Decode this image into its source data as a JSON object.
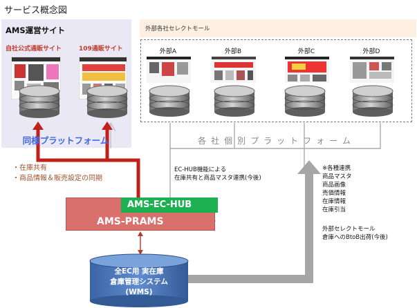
{
  "title": "サービス概念図",
  "ams": {
    "title": "AMS運営サイト",
    "own_site_label": "自社公式通販サイト",
    "site109_label": "109通販サイト",
    "platform_label": "同様プラットフォーム"
  },
  "external": {
    "header": "外部各社セレクトモール",
    "malls": [
      "外部A",
      "外部B",
      "外部C",
      "外部D"
    ],
    "platform_label": "各社個別プラットフォーム"
  },
  "sync_notes": [
    "・在庫共有",
    "・商品情報＆販売設定の同期"
  ],
  "hub_note": [
    "EC-HUB機能による",
    "在庫共有と商品マスタ連携(今後)"
  ],
  "integration_notes": [
    "※各種連携",
    "商品マスタ",
    "商品画像",
    "売価情報",
    "在庫情報",
    "在庫引当"
  ],
  "btob_note": [
    "外部セレクトモール",
    "倉庫へのBtoB出荷(今後)"
  ],
  "hub_label": "AMS-EC-HUB",
  "prams_label": "AMS-PRAMS",
  "wms_lines": [
    "全EC用 実在庫",
    "倉庫管理システム",
    "(WMS)"
  ],
  "colors": {
    "ams_panel": "#e9e8f4",
    "external_header": "#fdf0e2",
    "hub": "#1cb050",
    "prams": "#d9706c",
    "red_arrow": "#c0201a",
    "gray_arrow": "#a6a6a6",
    "wms_cylinder": "#4a76b8",
    "platform_text": "#4169e1"
  }
}
